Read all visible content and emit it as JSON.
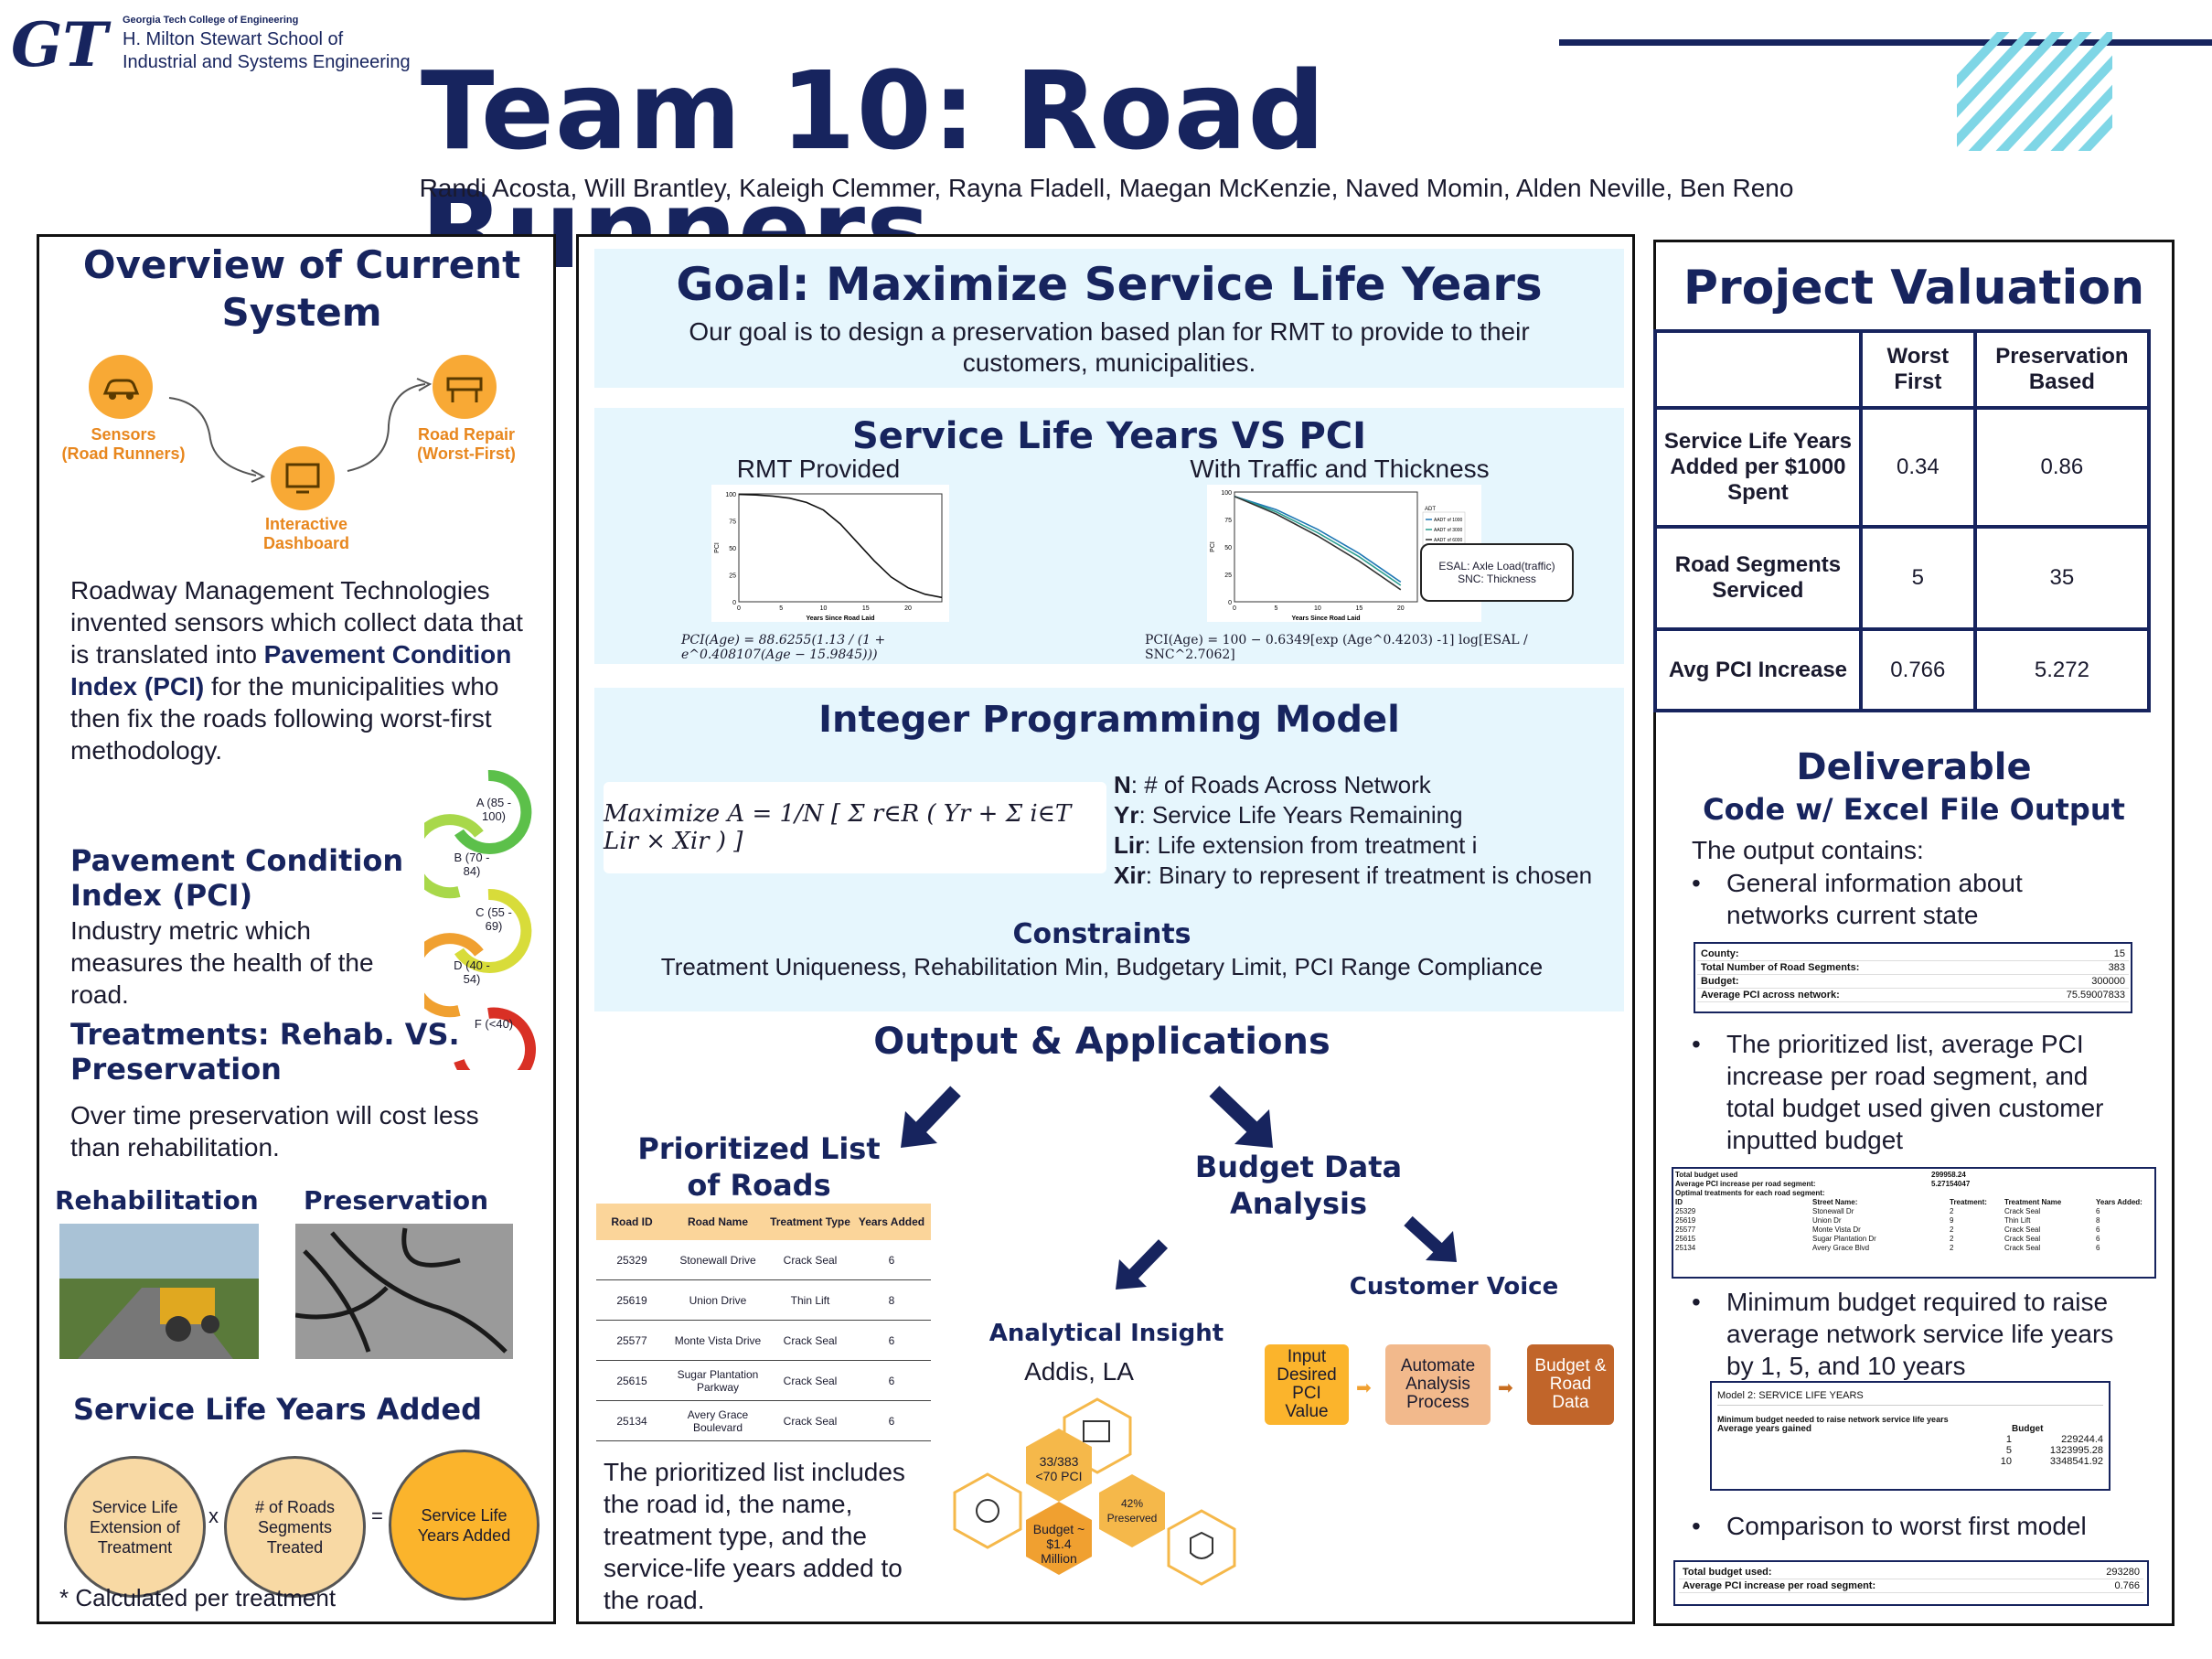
{
  "header": {
    "logo_text": "GT",
    "college": "Georgia Tech College of Engineering",
    "school_line1": "H. Milton Stewart School of",
    "school_line2": "Industrial and Systems Engineering",
    "title": "Team 10: Road Runners",
    "authors": "Randi Acosta, Will Brantley, Kaleigh Clemmer, Rayna Fladell, Maegan McKenzie, Naved Momin, Alden Neville, Ben Reno"
  },
  "left": {
    "title": "Overview of Current System",
    "flow": {
      "sensors": "Sensors\n(Road Runners)",
      "dashboard": "Interactive\nDashboard",
      "repair": "Road Repair\n(Worst-First)"
    },
    "intro_part1": "Roadway Management Technologies invented sensors which collect data that is translated into ",
    "intro_bold": "Pavement Condition Index (PCI)",
    "intro_part2": " for the municipalities who then fix the roads following worst-first methodology.",
    "pci_heading": "Pavement Condition Index (PCI)",
    "pci_text": "Industry metric which measures the health of the road.",
    "grades": [
      {
        "label": "A (85 - 100)",
        "color": "#5cc04a"
      },
      {
        "label": "B (70 - 84)",
        "color": "#a8d84a"
      },
      {
        "label": "C (55 - 69)",
        "color": "#d8dc3a"
      },
      {
        "label": "D (40 - 54)",
        "color": "#f0a030"
      },
      {
        "label": "F (<40)",
        "color": "#d93025"
      }
    ],
    "treat_heading": "Treatments: Rehab. VS. Preservation",
    "treat_text": "Over time preservation will cost less than rehabilitation.",
    "rehab_label": "Rehabilitation",
    "pres_label": "Preservation",
    "sly_heading": "Service Life Years Added",
    "circle1": "Service Life Extension of Treatment",
    "circle2": "# of Roads Segments Treated",
    "circle3": "Service Life Years Added",
    "op1": "x",
    "op2": "=",
    "footnote": "* Calculated per treatment"
  },
  "middle": {
    "goal_title": "Goal: Maximize Service Life Years",
    "goal_text": "Our goal is to design a preservation based plan for RMT to provide to their customers, municipalities.",
    "sly_title": "Service Life Years VS PCI",
    "chart1_label": "RMT Provided",
    "chart2_label": "With Traffic and Thickness",
    "formula1": "PCI(Age) = 88.6255(1.13 / (1 + e^0.408107(Age − 15.9845)))",
    "formula2": "PCI(Age) = 100 − 0.6349[exp (Age^0.4203) -1] log[ESAL / SNC^2.7062]",
    "callout": "ESAL: Axle Load(traffic)\nSNC: Thickness",
    "ip_title": "Integer Programming Model",
    "ip_formula": "Maximize A = 1/N [ Σ r∈R ( Yr + Σ i∈T Lir × Xir ) ]",
    "defs": [
      {
        "sym": "N",
        "text": ": # of Roads Across Network"
      },
      {
        "sym": "Yr",
        "text": ": Service Life Years Remaining"
      },
      {
        "sym": "Lir",
        "text": ":  Life extension from treatment i"
      },
      {
        "sym": "Xir",
        "text": ": Binary to represent if treatment is chosen"
      }
    ],
    "constraints_title": "Constraints",
    "constraints_text": "Treatment Uniqueness,  Rehabilitation Min, Budgetary Limit, PCI Range Compliance",
    "output_title": "Output & Applications",
    "prior_title": "Prioritized List of Roads",
    "road_table": {
      "headers": [
        "Road ID",
        "Road Name",
        "Treatment Type",
        "Years Added"
      ],
      "rows": [
        [
          "25329",
          "Stonewall Drive",
          "Crack Seal",
          "6"
        ],
        [
          "25619",
          "Union Drive",
          "Thin Lift",
          "8"
        ],
        [
          "25577",
          "Monte Vista Drive",
          "Crack Seal",
          "6"
        ],
        [
          "25615",
          "Sugar Plantation Parkway",
          "Crack Seal",
          "6"
        ],
        [
          "25134",
          "Avery Grace Boulevard",
          "Crack Seal",
          "6"
        ]
      ]
    },
    "prior_text": "The prioritized list includes the road id, the name, treatment type, and the service-life years added to the road.",
    "budget_title": "Budget Data Analysis",
    "analytical_title": "Analytical Insight",
    "analytical_loc": "Addis, LA",
    "hex": {
      "h1": "33/383 <70 PCI",
      "h2": "42% Preserved",
      "h3": "Budget ~ $1.4 Million"
    },
    "voice_title": "Customer Voice",
    "flow": [
      "Input Desired PCI Value",
      "Automate Analysis Process",
      "Budget & Road Data"
    ]
  },
  "right": {
    "valuation_title": "Project Valuation",
    "table": {
      "col1": "Worst First",
      "col2": "Preservation Based",
      "rows": [
        {
          "label": "Service Life Years Added per $1000 Spent",
          "worst": "0.34",
          "pres": "0.86"
        },
        {
          "label": "Road Segments Serviced",
          "worst": "5",
          "pres": "35"
        },
        {
          "label": "Avg PCI Increase",
          "worst": "0.766",
          "pres": "5.272"
        }
      ]
    },
    "deliv_title": "Deliverable",
    "deliv_sub": "Code w/ Excel File Output",
    "output_contains": "The output contains:",
    "b1": "General information about networks current state",
    "mini1": [
      [
        "County:",
        "15"
      ],
      [
        "Total Number of Road Segments:",
        "383"
      ],
      [
        "Budget:",
        "300000"
      ],
      [
        "Average PCI across network:",
        "75.59007833"
      ]
    ],
    "b2": "The prioritized list, average PCI increase per road segment, and total budget used given customer inputted budget",
    "mini2": {
      "top": [
        [
          "Total budget used",
          "299958.24"
        ],
        [
          "Average PCI increase per road segment:",
          "5.27154047"
        ],
        [
          "Optimal treatments for each road segment:",
          ""
        ]
      ],
      "headers": [
        "ID",
        "Street Name:",
        "Treatment:",
        "Treatment Name",
        "Years Added:"
      ],
      "rows": [
        [
          "25329",
          "Stonewall Dr",
          "2",
          "Crack Seal",
          "6"
        ],
        [
          "25619",
          "Union Dr",
          "9",
          "Thin Lift",
          "8"
        ],
        [
          "25577",
          "Monte Vista Dr",
          "2",
          "Crack Seal",
          "6"
        ],
        [
          "25615",
          "Sugar Plantation Dr",
          "2",
          "Crack Seal",
          "6"
        ],
        [
          "25134",
          "Avery Grace Blvd",
          "2",
          "Crack Seal",
          "6"
        ]
      ]
    },
    "b3": "Minimum budget required to raise average network service life years by 1, 5, and 10 years",
    "mini3": {
      "title": "Model 2: SERVICE LIFE YEARS",
      "sub": "Minimum budget needed to raise network service life years",
      "h1": "Average years gained",
      "h2": "Budget",
      "rows": [
        [
          "1",
          "229244.4"
        ],
        [
          "5",
          "1323995.28"
        ],
        [
          "10",
          "3348541.92"
        ]
      ]
    },
    "b4": "Comparison to worst first model",
    "mini4": [
      [
        "Total budget used:",
        "293280"
      ],
      [
        "Average PCI increase per road segment:",
        "0.766"
      ]
    ]
  },
  "chart_data": [
    {
      "type": "line",
      "title": "RMT Provided",
      "xlabel": "Years Since Road Laid",
      "ylabel": "PCI",
      "x": [
        0,
        2,
        4,
        6,
        8,
        10,
        12,
        14,
        16,
        18,
        20,
        22,
        24
      ],
      "series": [
        {
          "values": [
            99.5,
            99,
            98,
            96,
            92,
            85,
            72,
            55,
            38,
            23,
            13,
            7,
            4
          ]
        }
      ],
      "xlim": [
        0,
        24
      ],
      "ylim": [
        0,
        100
      ]
    },
    {
      "type": "line",
      "title": "With Traffic and Thickness",
      "xlabel": "Years Since Road Laid",
      "ylabel": "PCI",
      "x": [
        0,
        5,
        10,
        15,
        20
      ],
      "series": [
        {
          "name": "AADT of 1000",
          "values": [
            96,
            84,
            66,
            44,
            18
          ]
        },
        {
          "name": "AADT of 3000",
          "values": [
            96,
            82,
            63,
            41,
            15
          ]
        },
        {
          "name": "AADT of 6000",
          "values": [
            96,
            80,
            60,
            37,
            11
          ]
        }
      ],
      "legend_title": "ADT",
      "xlim": [
        0,
        22
      ],
      "ylim": [
        0,
        100
      ]
    }
  ]
}
